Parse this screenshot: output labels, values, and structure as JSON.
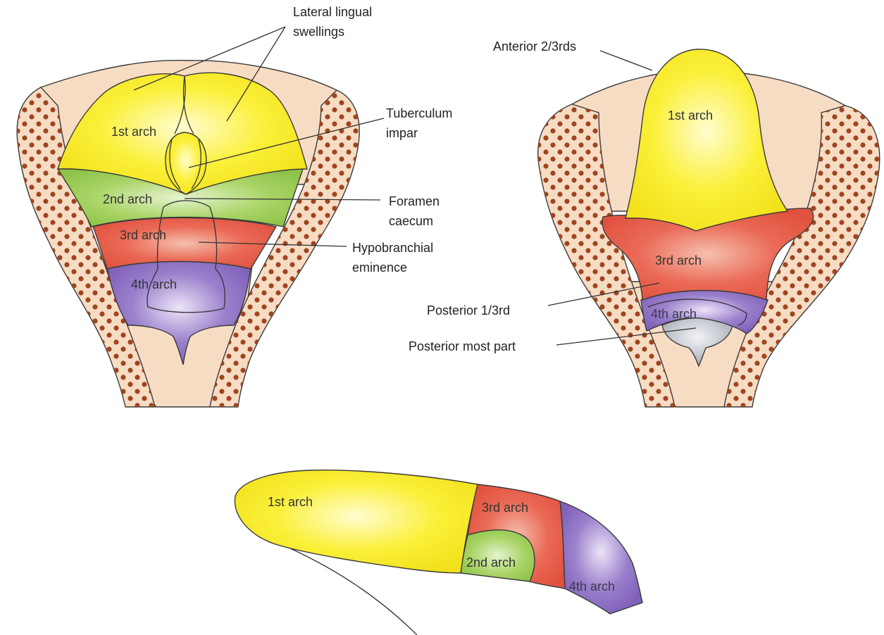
{
  "colors": {
    "first_arch": "#fbf03a",
    "second_arch": "#9fcf57",
    "third_arch": "#e8604f",
    "fourth_arch": "#8d6fc2",
    "posterior_most": "#b9bcc4",
    "tissue": "#f7dcc4",
    "dots": "#a0451f"
  },
  "left_figure": {
    "arch_labels": [
      "1st arch",
      "2nd arch",
      "3rd arch",
      "4th arch"
    ],
    "callouts": {
      "lateral_lingual": [
        "Lateral lingual",
        "swellings"
      ],
      "tuberculum": [
        "Tuberculum",
        "impar"
      ],
      "foramen": [
        "Foramen",
        "caecum"
      ],
      "hypobranchial": [
        "Hypobranchial",
        "eminence"
      ]
    }
  },
  "right_figure": {
    "arch_labels": [
      "1st arch",
      "3rd arch",
      "4th arch"
    ],
    "callouts": {
      "anterior": "Anterior 2/3rds",
      "posterior": "Posterior 1/3rd",
      "posterior_most": "Posterior most part"
    }
  },
  "bottom_figure": {
    "arch_labels": [
      "1st arch",
      "3rd arch",
      "2nd arch",
      "4th arch"
    ]
  }
}
